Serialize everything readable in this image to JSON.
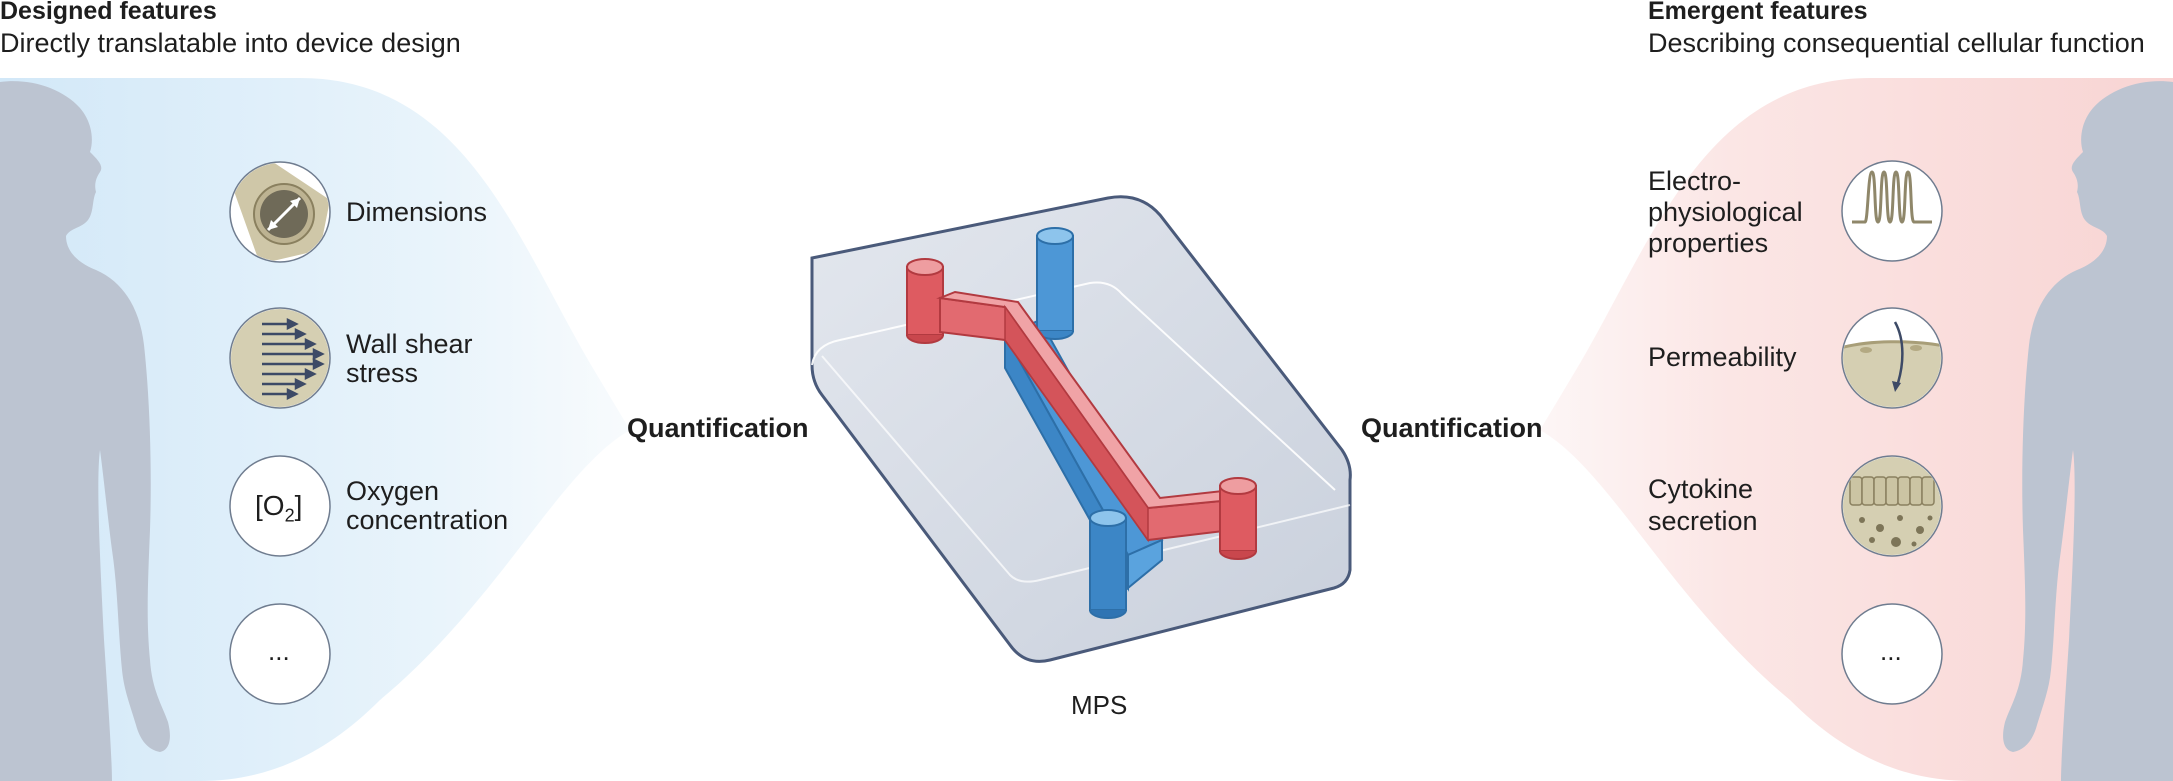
{
  "left": {
    "title": "Designed features",
    "subtitle": "Directly translatable into device design",
    "items": [
      {
        "label": "Dimensions",
        "icon": "tube-diameter-icon"
      },
      {
        "label": "Wall shear stress",
        "line1": "Wall shear",
        "line2": "stress",
        "icon": "shear-arrows-icon"
      },
      {
        "label": "Oxygen concentration",
        "line1": "Oxygen",
        "line2": "concentration",
        "icon": "oxygen-icon",
        "symbol": "[O",
        "subscript": "2",
        "close": "]"
      },
      {
        "label": "...",
        "icon": "more-icon"
      }
    ],
    "quantification": "Quantification"
  },
  "right": {
    "title": "Emergent features",
    "subtitle": "Describing consequential cellular function",
    "items": [
      {
        "label": "Electrophysiological properties",
        "line1": "Electro-",
        "line2": "physiological",
        "line3": "properties",
        "icon": "action-potential-icon"
      },
      {
        "label": "Permeability",
        "icon": "permeability-icon"
      },
      {
        "label": "Cytokine secretion",
        "line1": "Cytokine",
        "line2": "secretion",
        "icon": "cytokine-cells-icon"
      },
      {
        "label": "...",
        "icon": "more-icon"
      }
    ],
    "quantification": "Quantification"
  },
  "center": {
    "label": "MPS"
  },
  "colors": {
    "left_fan": "#d8ecf9",
    "right_fan": "#fbdedd",
    "silhouette": "#bcc4d1",
    "red_channel": "#e05b62",
    "blue_channel": "#3f8fd0",
    "chip": "#d3d9e5"
  }
}
